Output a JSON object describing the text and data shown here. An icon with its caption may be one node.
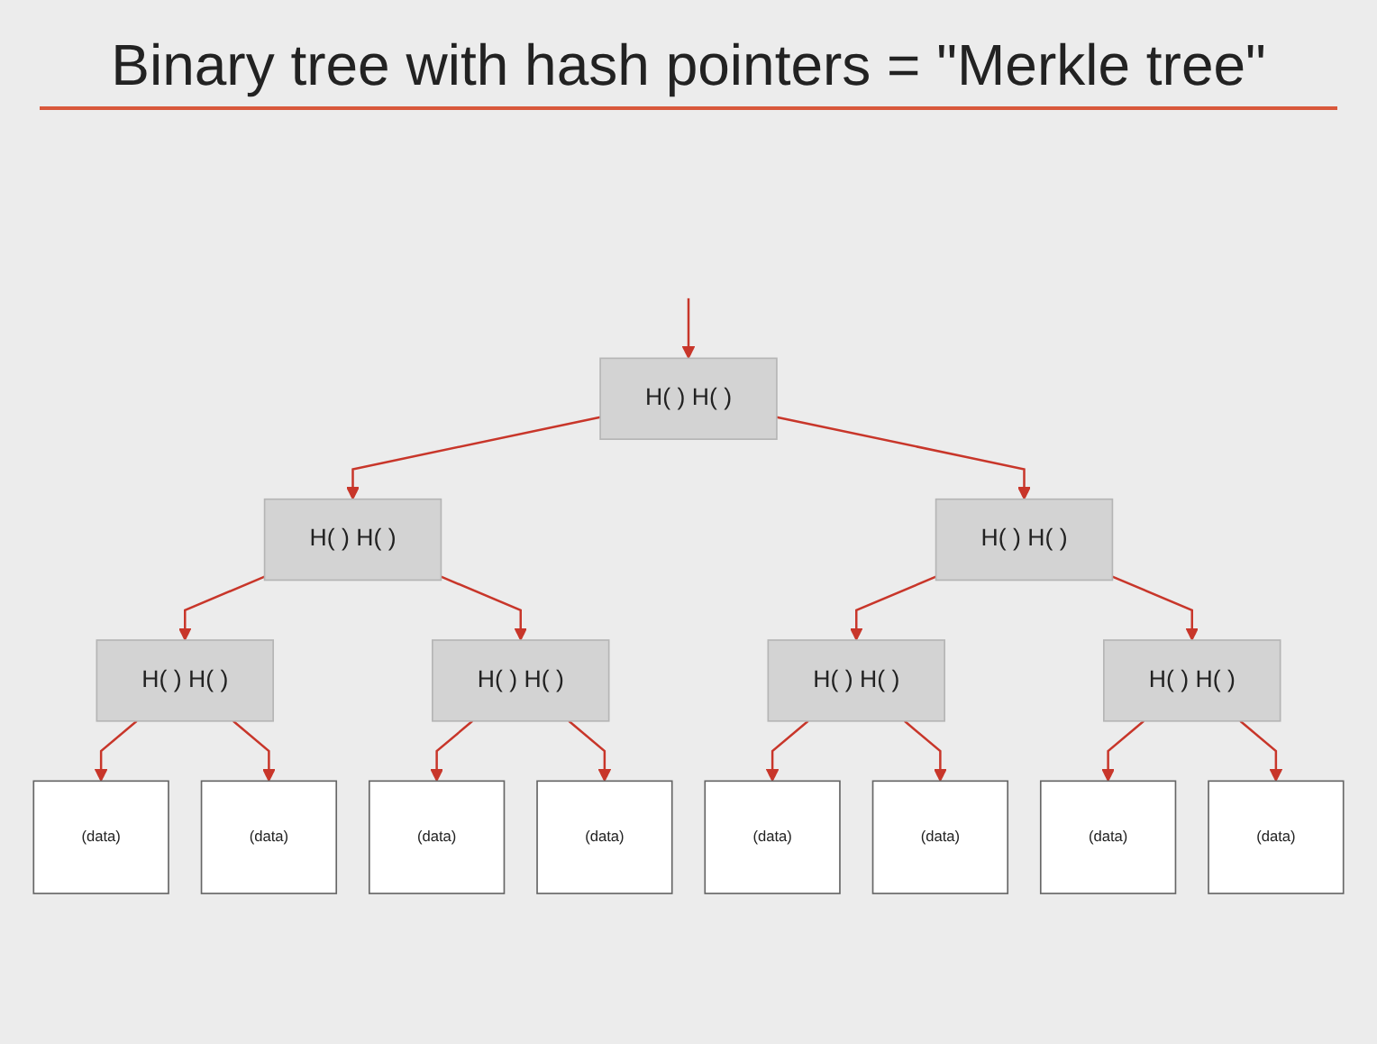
{
  "diagram": {
    "title": "Binary tree with hash pointers = \"Merkle tree\"",
    "nodes": [
      {
        "text": [
          "H( ) H( )"
        ]
      },
      {
        "text": [
          "H( ) H( )"
        ]
      },
      {
        "text": [
          "H( ) H( )"
        ]
      },
      {
        "text": [
          "H( ) H( )"
        ]
      },
      {
        "text": [
          "H( ) H( )"
        ]
      },
      {
        "text": [
          "H( ) H( )"
        ]
      },
      {
        "text": [
          "H( ) H( )"
        ]
      },
      {
        "text": [
          "(data)"
        ]
      },
      {
        "text": [
          "(data)"
        ]
      },
      {
        "text": [
          "(data)"
        ]
      },
      {
        "text": [
          "(data)"
        ]
      },
      {
        "text": [
          "(data)"
        ]
      },
      {
        "text": [
          "(data)"
        ]
      },
      {
        "text": [
          "(data)"
        ]
      },
      {
        "text": [
          "(data)"
        ]
      }
    ],
    "edges": [
      {
        "from": null,
        "to": 0,
        "arrow": "to"
      },
      {
        "from": 0,
        "to": 1,
        "arrow": "to"
      },
      {
        "from": 0,
        "to": 2,
        "arrow": "to"
      },
      {
        "from": 1,
        "to": 3,
        "arrow": "to"
      },
      {
        "from": 1,
        "to": 4,
        "arrow": "to"
      },
      {
        "from": 2,
        "to": 5,
        "arrow": "to"
      },
      {
        "from": 2,
        "to": 6,
        "arrow": "to"
      },
      {
        "from": 3,
        "to": 7,
        "arrow": "to"
      },
      {
        "from": 3,
        "to": 8,
        "arrow": "to"
      },
      {
        "from": 4,
        "to": 9,
        "arrow": "to"
      },
      {
        "from": 4,
        "to": 10,
        "arrow": "to"
      },
      {
        "from": 5,
        "to": 11,
        "arrow": "to"
      },
      {
        "from": 5,
        "to": 12,
        "arrow": "to"
      },
      {
        "from": 6,
        "to": 13,
        "arrow": "to"
      },
      {
        "from": 6,
        "to": 14,
        "arrow": "to"
      }
    ]
  }
}
